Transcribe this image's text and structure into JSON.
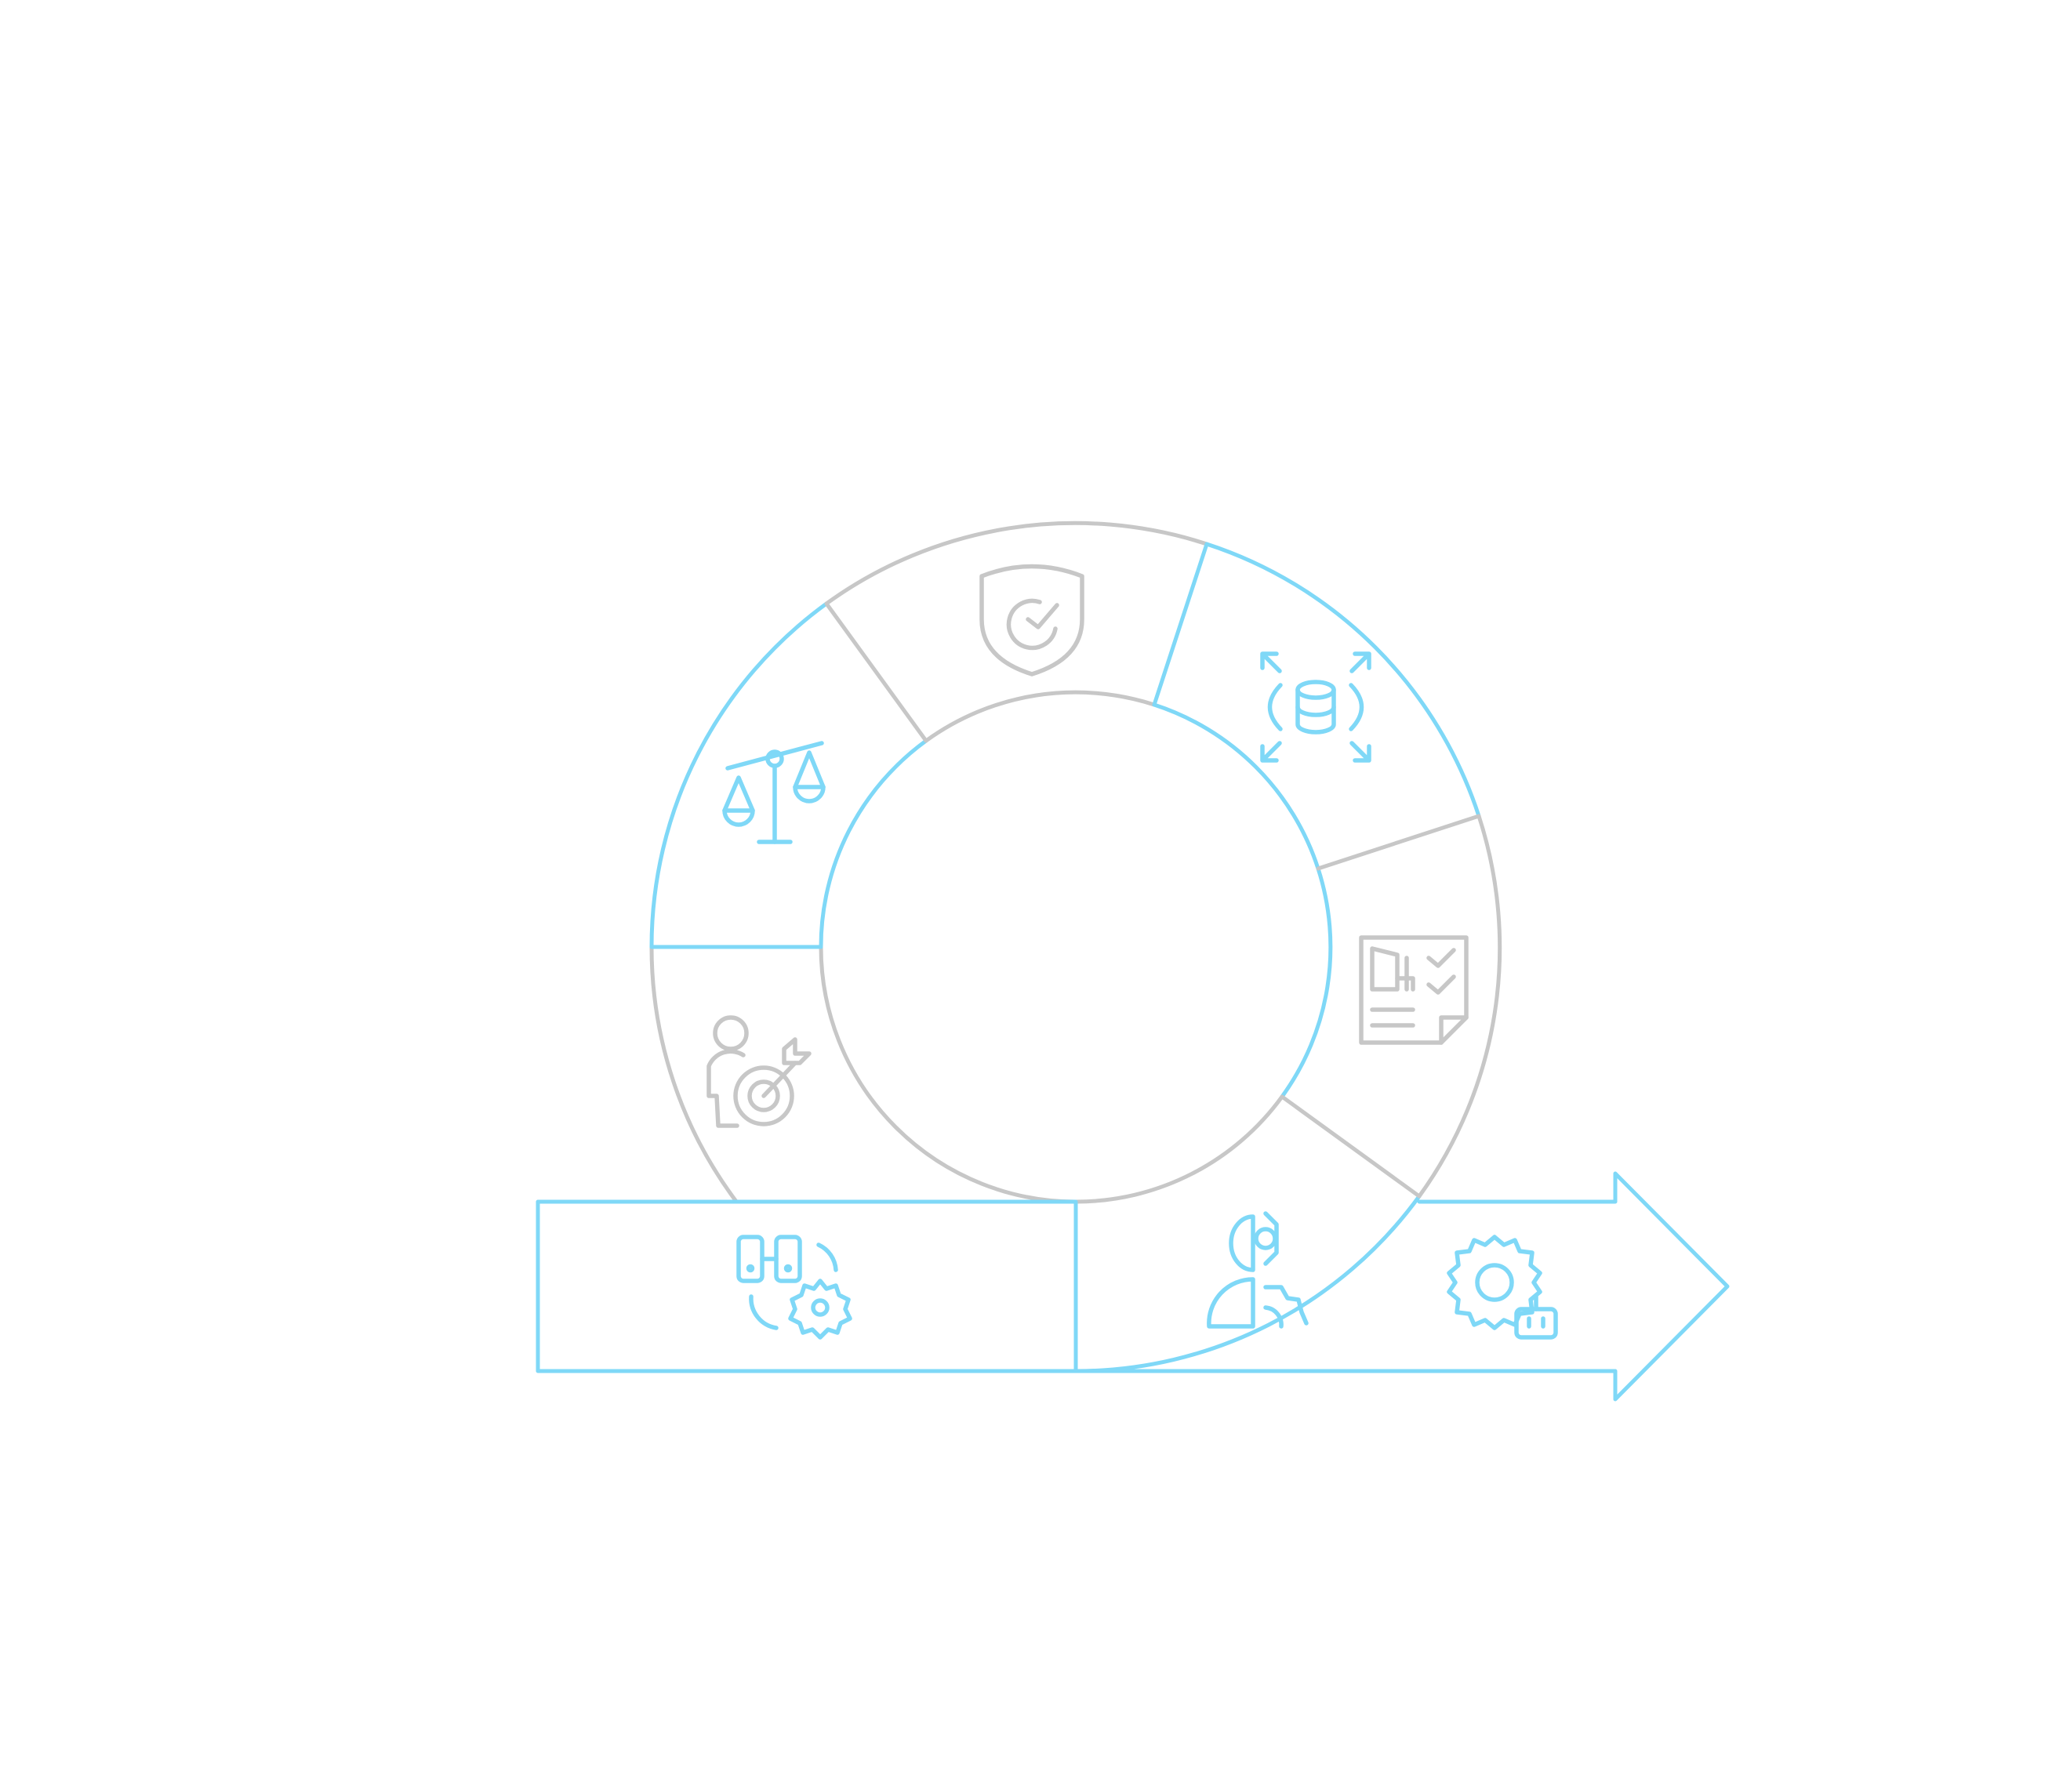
{
  "palette": {
    "accent_blue": "#7fd8f7",
    "neutral_gray": "#c7c7c7",
    "background": "#ffffff"
  },
  "cycle": {
    "segments": [
      {
        "icon": "shield-check-icon",
        "color": "gray"
      },
      {
        "icon": "database-expand-icon",
        "color": "blue"
      },
      {
        "icon": "document-checklist-icon",
        "color": "gray"
      },
      {
        "icon": "person-gears-icon",
        "color": "blue"
      },
      {
        "icon": "person-target-icon",
        "color": "gray"
      },
      {
        "icon": "balance-scale-icon",
        "color": "blue"
      }
    ]
  },
  "arrow": {
    "start_icon": "workflow-gear-icon",
    "end_icon": "gear-robot-icon",
    "color": "blue"
  }
}
